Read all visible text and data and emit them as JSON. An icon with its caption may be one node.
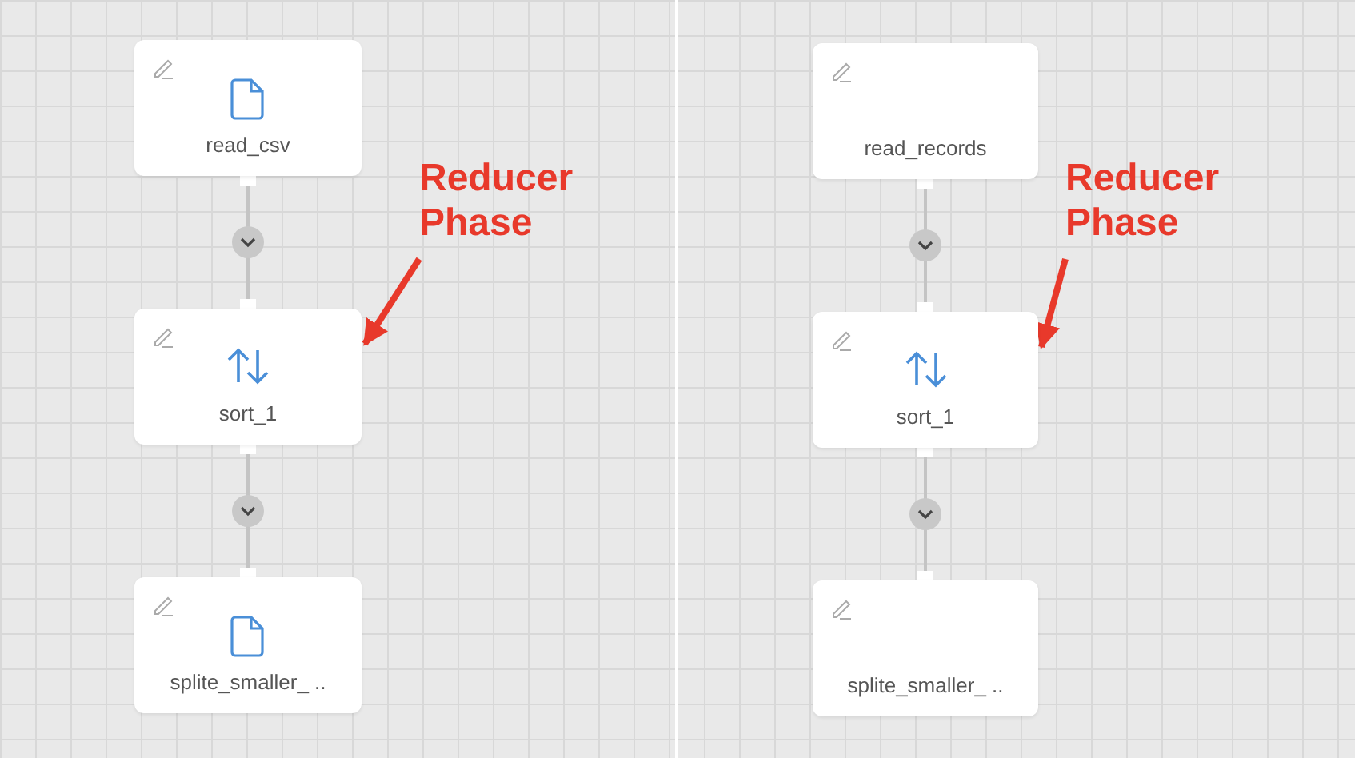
{
  "diagram": {
    "nodes": [
      {
        "text": [
          "read_csv"
        ]
      },
      {
        "text": [
          "sort_1"
        ]
      },
      {
        "text": [
          "splite_smaller_ .."
        ]
      },
      {
        "text": [
          "Reducer Phase"
        ]
      },
      {
        "text": [
          "read_records"
        ]
      },
      {
        "text": [
          "sort_1"
        ]
      },
      {
        "text": [
          "splite_smaller_ .."
        ]
      },
      {
        "text": [
          "Reducer Phase"
        ]
      }
    ],
    "edges": [
      {
        "from": 0,
        "to": 1,
        "arrow": "to"
      },
      {
        "from": 1,
        "to": 2,
        "arrow": "to"
      },
      {
        "from": 3,
        "to": 1,
        "arrow": "to",
        "style": "thick",
        "color": "#e8392b"
      },
      {
        "from": 4,
        "to": 5,
        "arrow": "to"
      },
      {
        "from": 5,
        "to": 6,
        "arrow": "to"
      },
      {
        "from": 7,
        "to": 5,
        "arrow": "to",
        "style": "thick",
        "color": "#e8392b"
      }
    ]
  }
}
